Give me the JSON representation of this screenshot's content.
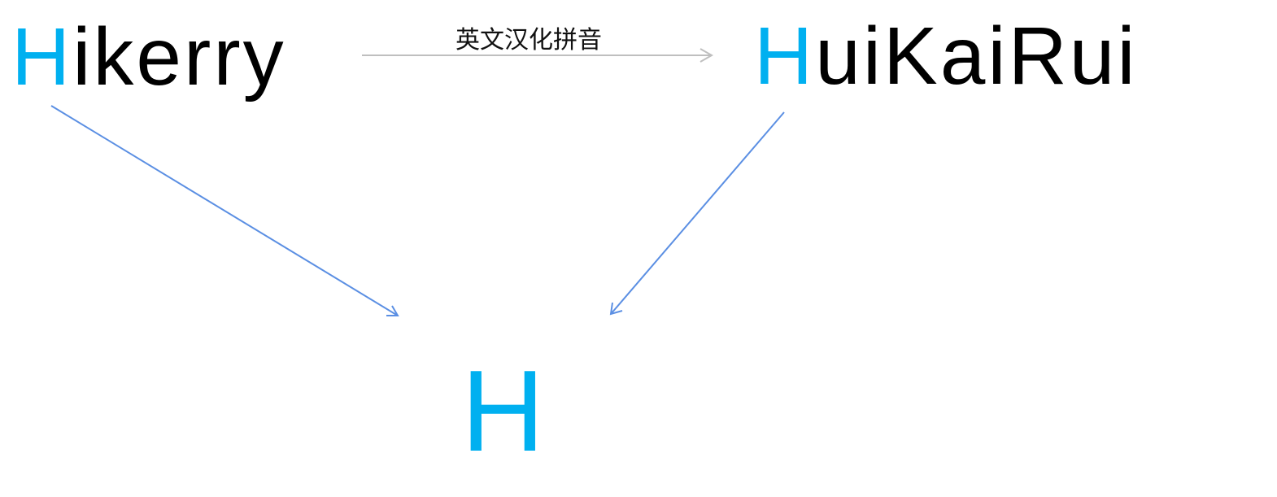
{
  "source_word": {
    "initial": "H",
    "rest": "ikerry"
  },
  "target_word": {
    "initial": "H",
    "rest": "uiKaiRui"
  },
  "result_letter": "H",
  "arrow_label": "英文汉化拼音",
  "colors": {
    "highlight": "#00B0F0",
    "arrow_gray": "#BFBFBF",
    "arrow_blue": "#5B8FE3"
  }
}
